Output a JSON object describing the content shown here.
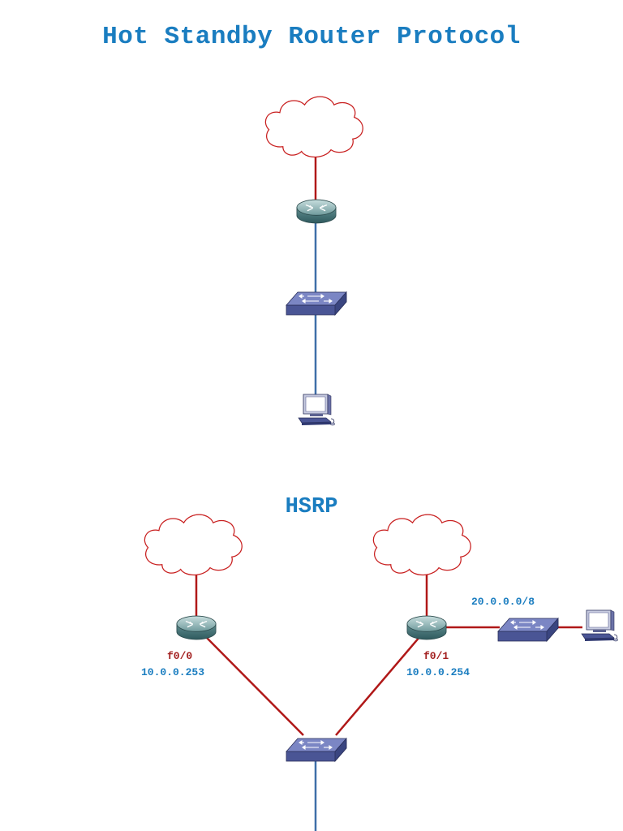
{
  "title": "Hot Standby Router Protocol",
  "section_title": "HSRP",
  "labels": {
    "r1_iface": "f0/0",
    "r1_ip": "10.0.0.253",
    "r2_iface": "f0/1",
    "r2_ip": "10.0.0.254",
    "subnet": "20.0.0.0/8"
  },
  "colors": {
    "title": "#1a7dc0",
    "red_link": "#b01818",
    "blue_link": "#3f6fa8",
    "cloud_stroke": "#c81e1e"
  }
}
